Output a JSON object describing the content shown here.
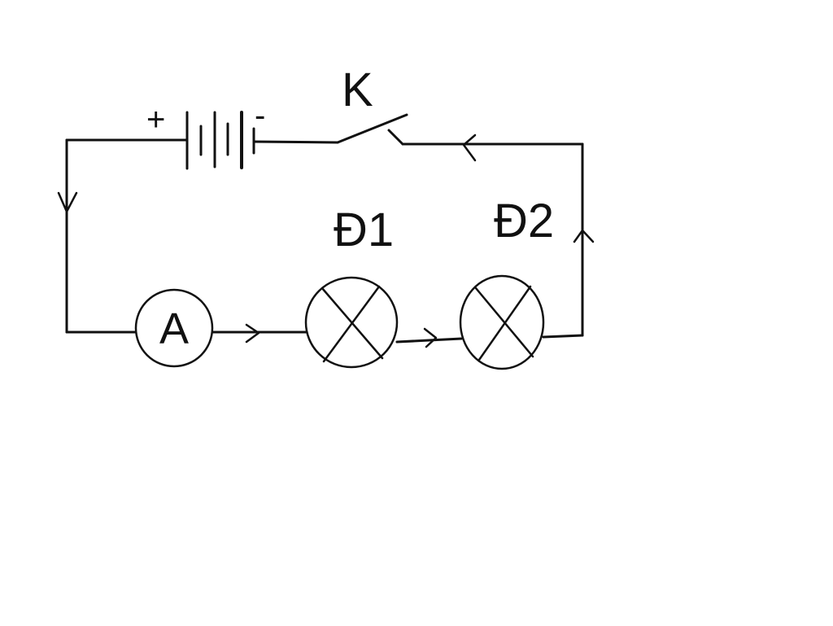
{
  "diagram": {
    "switch_label": "K",
    "lamp1_label": "Đ1",
    "lamp2_label": "Đ2",
    "ammeter_label": "A",
    "battery_positive": "+",
    "battery_negative": "-"
  },
  "colors": {
    "ink": "#111111",
    "background": "#ffffff"
  }
}
